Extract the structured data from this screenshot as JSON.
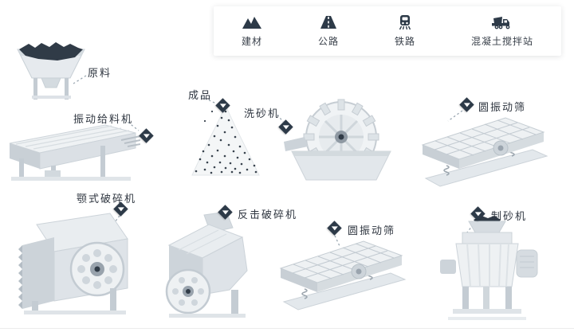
{
  "legend": {
    "items": [
      {
        "label": "建材",
        "icon": "building-materials-icon"
      },
      {
        "label": "公路",
        "icon": "highway-icon"
      },
      {
        "label": "铁路",
        "icon": "railway-icon"
      },
      {
        "label": "混凝土搅拌站",
        "icon": "concrete-mixing-plant-icon"
      }
    ]
  },
  "nodes": {
    "raw_material": {
      "label": "原料"
    },
    "vibrating_feeder": {
      "label": "振动给料机"
    },
    "finished_product": {
      "label": "成品"
    },
    "sand_washer": {
      "label": "洗砂机"
    },
    "screen_top": {
      "label": "圆振动筛"
    },
    "jaw_crusher": {
      "label": "颚式破碎机"
    },
    "impact_crusher": {
      "label": "反击破碎机"
    },
    "screen_bottom": {
      "label": "圆振动筛"
    },
    "sand_maker": {
      "label": "制砂机"
    }
  },
  "colors": {
    "marker": "#2d3a48",
    "legend_icon": "#2d3a48",
    "label_text": "#2f3640",
    "machine_light": "#eef1f3",
    "machine_mid": "#d9dee3",
    "material_dark": "#303b47"
  }
}
